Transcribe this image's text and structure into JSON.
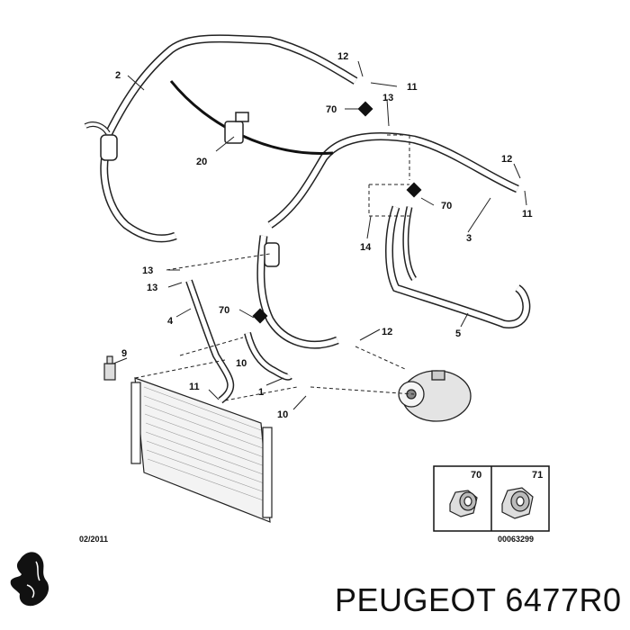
{
  "labels": {
    "c1": "1",
    "c2": "2",
    "c3": "3",
    "c4": "4",
    "c5": "5",
    "c9": "9",
    "c10a": "10",
    "c10b": "10",
    "c11a": "11",
    "c11b": "11",
    "c11c": "11",
    "c12a": "12",
    "c12b": "12",
    "c12c": "12",
    "c13a": "13",
    "c13b": "13",
    "c13c": "13",
    "c14": "14",
    "c20": "20",
    "c70a": "70",
    "c70b": "70",
    "c70c": "70"
  },
  "detail": {
    "left": "70",
    "right": "71"
  },
  "date_code": "02/2011",
  "drawing_ref": "00063299",
  "caption": "PEUGEOT 6477R0",
  "logo": "peugeot-lion-logo"
}
